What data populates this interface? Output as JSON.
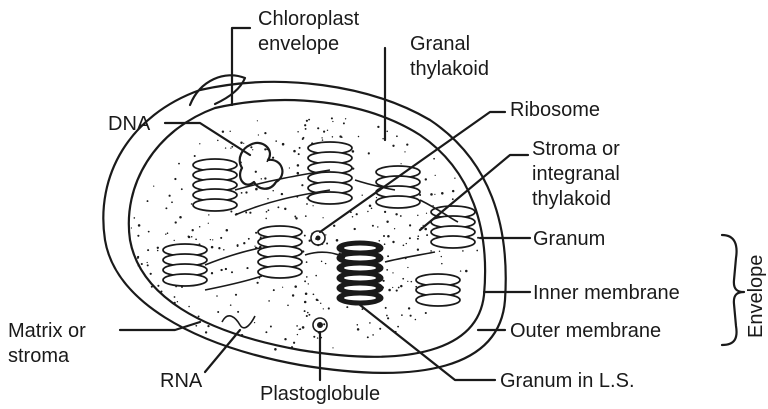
{
  "labels": {
    "chloroplast_envelope": [
      "Chloroplast",
      "envelope"
    ],
    "granal_thylakoid": [
      "Granal",
      "thylakoid"
    ],
    "ribosome": "Ribosome",
    "stroma_thylakoid": [
      "Stroma or",
      "integranal",
      "thylakoid"
    ],
    "dna": "DNA",
    "granum": "Granum",
    "inner_membrane": "Inner membrane",
    "outer_membrane": "Outer membrane",
    "envelope": "Envelope",
    "matrix": [
      "Matrix or",
      "stroma"
    ],
    "rna": "RNA",
    "plastoglobule": "Plastoglobule",
    "granum_ls": "Granum in L.S."
  },
  "colors": {
    "ink": "#1a1a1a",
    "paper": "#ffffff"
  }
}
